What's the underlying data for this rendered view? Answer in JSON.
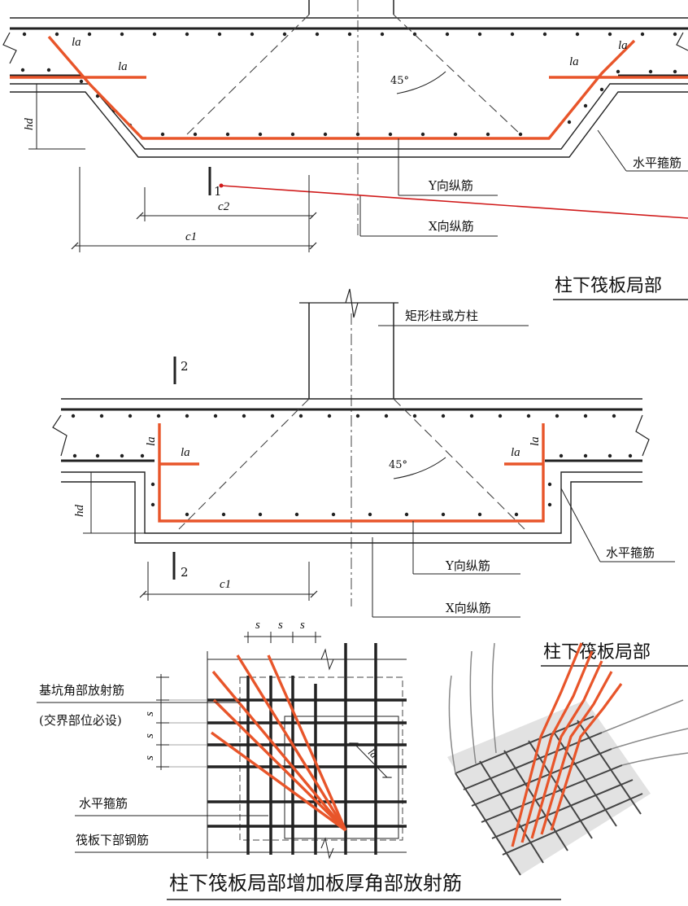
{
  "diagram1": {
    "la_diag_left": "la",
    "la_horiz_left": "la",
    "la_horiz_right": "la",
    "la_diag_right": "la",
    "angle": "45°",
    "hd": "hd",
    "horiz_stirrup": "水平箍筋",
    "y_rebar": "Y向纵筋",
    "x_rebar": "X向纵筋",
    "c2": "c2",
    "c1": "c1",
    "section_mark": "1",
    "title": "柱下筏板局部"
  },
  "diagram2": {
    "column_label": "矩形柱或方柱",
    "section_top": "2",
    "section_bottom": "2",
    "la_diag_left": "la",
    "la_horiz_left": "la",
    "la_horiz_right": "la",
    "la_diag_right": "la",
    "angle": "45°",
    "hd": "hd",
    "horiz_stirrup": "水平箍筋",
    "y_rebar": "Y向纵筋",
    "x_rebar": "X向纵筋",
    "c1": "c1",
    "title": "柱下筏板局部"
  },
  "diagram3": {
    "s_top": [
      "s",
      "s",
      "s"
    ],
    "s_left": [
      "s",
      "s",
      "s"
    ],
    "la": "la",
    "label_radial_1": "基坑角部放射筋",
    "label_radial_2": "(交界部位必设)",
    "label_stirrup": "水平箍筋",
    "label_bottom": "筏板下部钢筋",
    "title": "柱下筏板局部增加板厚角部放射筋"
  },
  "colors": {
    "rebar": "#e8552a",
    "leader": "#d01a1a",
    "line": "#222222"
  }
}
